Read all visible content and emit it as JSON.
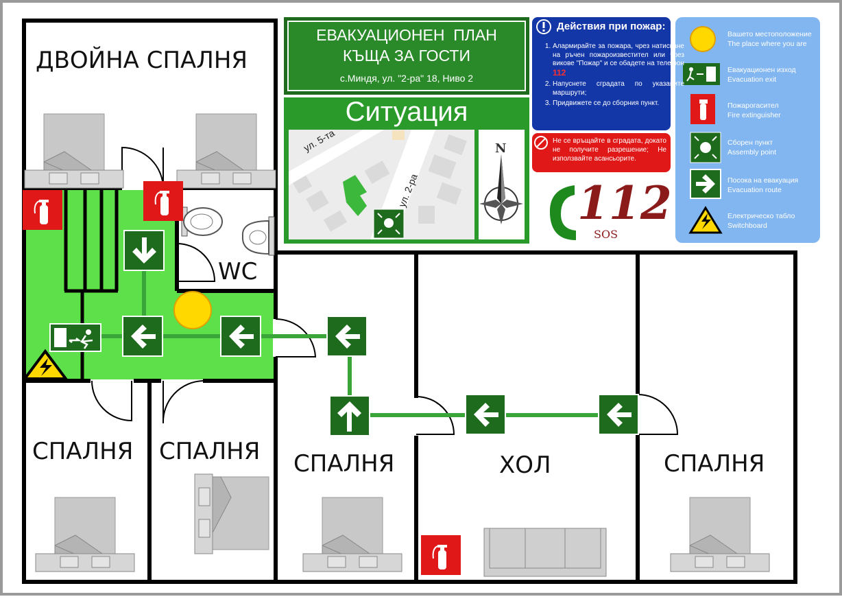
{
  "header": {
    "title_line1": "ЕВАКУАЦИОНЕН  ПЛАН",
    "title_line2": "КЪЩА ЗА ГОСТИ",
    "address": "с.Миндя, ул. \"2-ра\" 18, Ниво 2"
  },
  "situation": {
    "title": "Ситуация",
    "street1": "ул. 5-та",
    "street2": "ул. 2-ра",
    "north": "N"
  },
  "fire_actions": {
    "title": "Действия при пожар:",
    "steps": [
      "Алармирайте за пожара, чрез натискане на ръчен пожароизвестител или чрез викове \"Пожар\" и се обадете на телефон",
      "Напуснете сградата по указаните маршрути;",
      "Придвижете се до сборния пункт."
    ],
    "phone": "112"
  },
  "warning": {
    "text": "Не се връщайте в сградата, докато не получите разрешение; Не използвайте асансьорите."
  },
  "emergency": {
    "number": "112",
    "label": "SOS"
  },
  "legend": [
    {
      "icon": "you-are-here-icon",
      "bg": "Вашето местоположение",
      "en": "The place where you are"
    },
    {
      "icon": "evacuation-exit-icon",
      "bg": "Евакуационен изход",
      "en": "Evacuation exit"
    },
    {
      "icon": "fire-extinguisher-icon",
      "bg": "Пожарогасител",
      "en": "Fire extinguisher"
    },
    {
      "icon": "assembly-point-icon",
      "bg": "Сборен пункт",
      "en": "Assembly point"
    },
    {
      "icon": "evacuation-route-icon",
      "bg": "Посока на евакуация",
      "en": "Evacuation route"
    },
    {
      "icon": "switchboard-icon",
      "bg": "Електрическо табло",
      "en": "Switchboard"
    }
  ],
  "rooms": {
    "double_bedroom": "ДВОЙНА СПАЛНЯ",
    "wc": "WC",
    "bedroom_1": "СПАЛНЯ",
    "bedroom_2": "СПАЛНЯ",
    "bedroom_3": "СПАЛНЯ",
    "hall": "ХОЛ",
    "bedroom_4": "СПАЛНЯ"
  },
  "colors": {
    "sign_green": "#1e6b1e",
    "route_green": "#3aa63a",
    "zone_green": "#5ee04a",
    "fire_red": "#e01818",
    "info_blue": "#1437a8",
    "legend_blue": "#82b6f0",
    "sos_red": "#8b1a1a"
  }
}
